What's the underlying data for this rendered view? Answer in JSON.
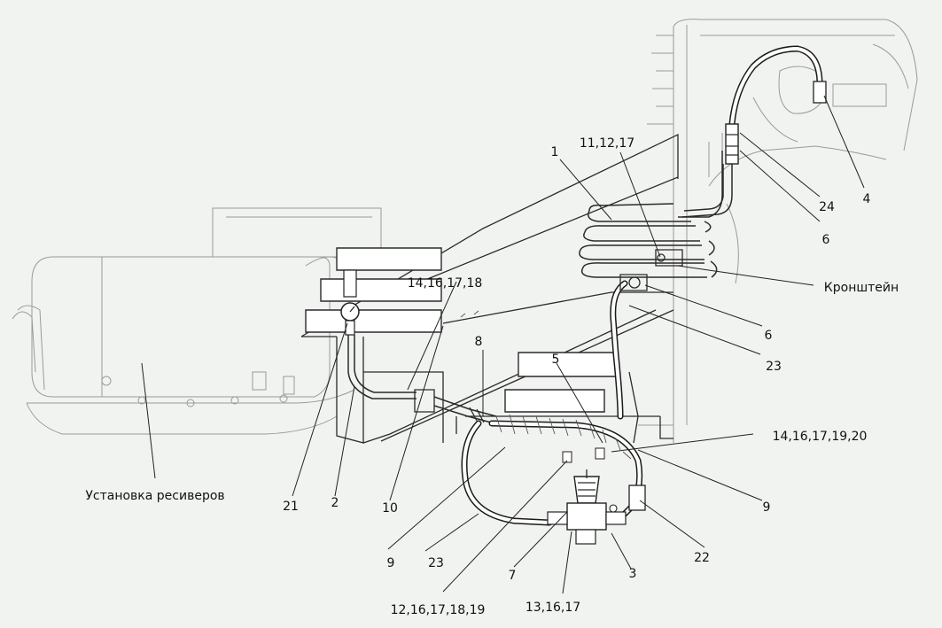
{
  "diagram": {
    "callouts": {
      "c1": "1",
      "c11_12_17": "11,12,17",
      "c24": "24",
      "c4": "4",
      "c6_top": "6",
      "c_bracket": "Кронштейн",
      "c6_mid": "6",
      "c14_16_17_18": "14,16,17,18",
      "c8": "8",
      "c23_right": "23",
      "c5": "5",
      "c14_16_17_19_20": "14,16,17,19,20",
      "c9_right": "9",
      "c22": "22",
      "c3": "3",
      "c13_16_17": "13,16,17",
      "c7": "7",
      "c12_16_17_18_19": "12,16,17,18,19",
      "c23_bottom": "23",
      "c9_left": "9",
      "c10": "10",
      "c2": "2",
      "c21": "21",
      "receivers": "Установка ресиверов"
    }
  }
}
